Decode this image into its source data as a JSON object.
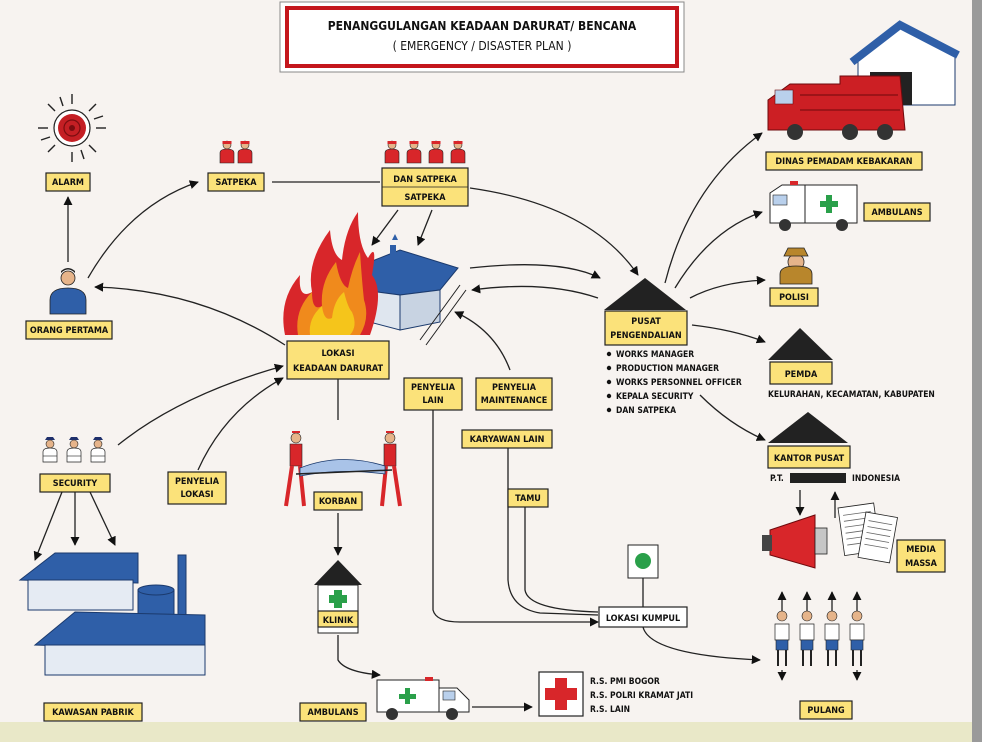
{
  "title": {
    "line1": "PENANGGULANGAN KEADAAN DARURAT/ BENCANA",
    "line2": "( EMERGENCY / DISASTER PLAN )"
  },
  "labels": {
    "alarm": "ALARM",
    "satpeka": "SATPEKA",
    "dan_satpeka_1": "DAN SATPEKA",
    "dan_satpeka_2": "SATPEKA",
    "orang_pertama": "ORANG PERTAMA",
    "lokasi_1": "LOKASI",
    "lokasi_2": "KEADAAN DARURAT",
    "penyelia_lain_1": "PENYELIA",
    "penyelia_lain_2": "LAIN",
    "penyelia_maint_1": "PENYELIA",
    "penyelia_maint_2": "MAINTENANCE",
    "karyawan_lain": "KARYAWAN LAIN",
    "pusat_1": "PUSAT",
    "pusat_2": "PENGENDALIAN",
    "security": "SECURITY",
    "penyelia_lokasi_1": "PENYELIA",
    "penyelia_lokasi_2": "LOKASI",
    "korban": "KORBAN",
    "tamu": "TAMU",
    "klinik": "KLINIK",
    "lokasi_kumpul": "LOKASI KUMPUL",
    "dinas": "DINAS PEMADAM KEBAKARAN",
    "ambulans_top": "AMBULANS",
    "polisi": "POLISI",
    "pemda": "PEMDA",
    "kantor_pusat": "KANTOR PUSAT",
    "media_1": "MEDIA",
    "media_2": "MASSA",
    "kawasan": "KAWASAN PABRIK",
    "ambulans_bottom": "AMBULANS",
    "pulang": "PULANG"
  },
  "pusat_list": [
    "WORKS MANAGER",
    "PRODUCTION MANAGER",
    "WORKS PERSONNEL OFFICER",
    "KEPALA SECURITY",
    "DAN SATPEKA"
  ],
  "notes": {
    "kelurahan": "KELURAHAN, KECAMATAN, KABUPATEN",
    "pt_prefix": "P.T.",
    "pt_suffix": "INDONESIA",
    "rs1": "R.S. PMI BOGOR",
    "rs2": "R.S. POLRI KRAMAT JATI",
    "rs3": "R.S. LAIN"
  },
  "colors": {
    "label_fill": "#fbe27a",
    "title_border": "#c4161c",
    "roof_blue": "#2f5fa8",
    "fire_red": "#d8262a",
    "fire_yellow": "#f5c51b",
    "truck_red": "#cc1f24"
  }
}
